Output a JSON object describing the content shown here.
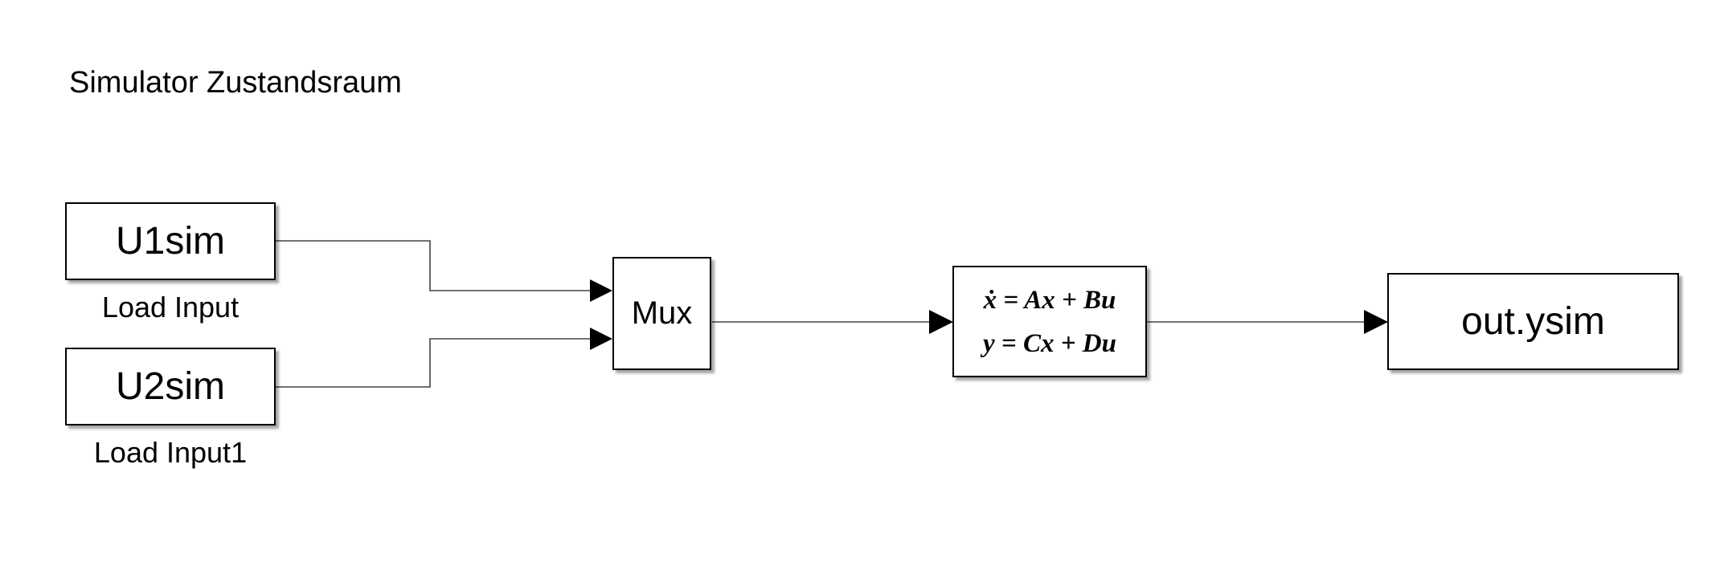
{
  "diagram": {
    "title": "Simulator Zustandsraum",
    "blocks": {
      "u1sim": {
        "text": "U1sim",
        "label": "Load Input"
      },
      "u2sim": {
        "text": "U2sim",
        "label": "Load Input1"
      },
      "mux": {
        "text": "Mux"
      },
      "state_space": {
        "equation_1": "ẋ = Ax + Bu",
        "equation_2": "y = Cx + Du"
      },
      "out": {
        "text": "out.ysim"
      }
    },
    "connections": [
      {
        "from": "U1sim",
        "to": "Mux",
        "port": 1
      },
      {
        "from": "U2sim",
        "to": "Mux",
        "port": 2
      },
      {
        "from": "Mux",
        "to": "State-Space",
        "port": 1
      },
      {
        "from": "State-Space",
        "to": "out.ysim",
        "port": 1
      }
    ],
    "colors": {
      "background": "#ffffff",
      "line": "#000000",
      "wire": "#444444"
    }
  }
}
